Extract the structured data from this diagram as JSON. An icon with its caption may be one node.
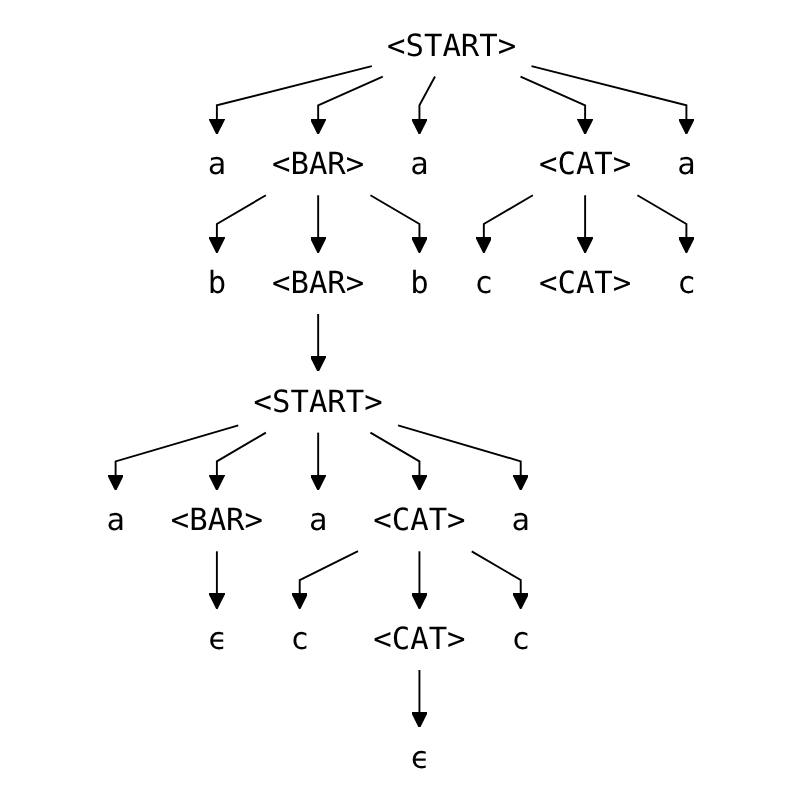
{
  "diagram": {
    "nodes": [
      {
        "text": [
          "<START>"
        ]
      },
      {
        "text": [
          "a"
        ]
      },
      {
        "text": [
          "<BAR>"
        ]
      },
      {
        "text": [
          "a"
        ]
      },
      {
        "text": [
          "<CAT>"
        ]
      },
      {
        "text": [
          "a"
        ]
      },
      {
        "text": [
          "b"
        ]
      },
      {
        "text": [
          "<BAR>"
        ]
      },
      {
        "text": [
          "b"
        ]
      },
      {
        "text": [
          "c"
        ]
      },
      {
        "text": [
          "<CAT>"
        ]
      },
      {
        "text": [
          "c"
        ]
      },
      {
        "text": [
          "<START>"
        ]
      },
      {
        "text": [
          "a"
        ]
      },
      {
        "text": [
          "<BAR>"
        ]
      },
      {
        "text": [
          "a"
        ]
      },
      {
        "text": [
          "<CAT>"
        ]
      },
      {
        "text": [
          "a"
        ]
      },
      {
        "text": [
          "ϵ"
        ]
      },
      {
        "text": [
          "c"
        ]
      },
      {
        "text": [
          "<CAT>"
        ]
      },
      {
        "text": [
          "c"
        ]
      },
      {
        "text": [
          "ϵ"
        ]
      }
    ],
    "edges": [
      {
        "from": 0,
        "to": 1,
        "arrow": "to"
      },
      {
        "from": 0,
        "to": 2,
        "arrow": "to"
      },
      {
        "from": 0,
        "to": 3,
        "arrow": "to"
      },
      {
        "from": 0,
        "to": 4,
        "arrow": "to"
      },
      {
        "from": 0,
        "to": 5,
        "arrow": "to"
      },
      {
        "from": 2,
        "to": 6,
        "arrow": "to"
      },
      {
        "from": 2,
        "to": 7,
        "arrow": "to"
      },
      {
        "from": 2,
        "to": 8,
        "arrow": "to"
      },
      {
        "from": 4,
        "to": 9,
        "arrow": "to"
      },
      {
        "from": 4,
        "to": 10,
        "arrow": "to"
      },
      {
        "from": 4,
        "to": 11,
        "arrow": "to"
      },
      {
        "from": 7,
        "to": 12,
        "arrow": "to"
      },
      {
        "from": 12,
        "to": 13,
        "arrow": "to"
      },
      {
        "from": 12,
        "to": 14,
        "arrow": "to"
      },
      {
        "from": 12,
        "to": 15,
        "arrow": "to"
      },
      {
        "from": 12,
        "to": 16,
        "arrow": "to"
      },
      {
        "from": 12,
        "to": 17,
        "arrow": "to"
      },
      {
        "from": 14,
        "to": 18,
        "arrow": "to"
      },
      {
        "from": 16,
        "to": 19,
        "arrow": "to"
      },
      {
        "from": 16,
        "to": 20,
        "arrow": "to"
      },
      {
        "from": 16,
        "to": 21,
        "arrow": "to"
      },
      {
        "from": 20,
        "to": 22,
        "arrow": "to"
      }
    ]
  }
}
